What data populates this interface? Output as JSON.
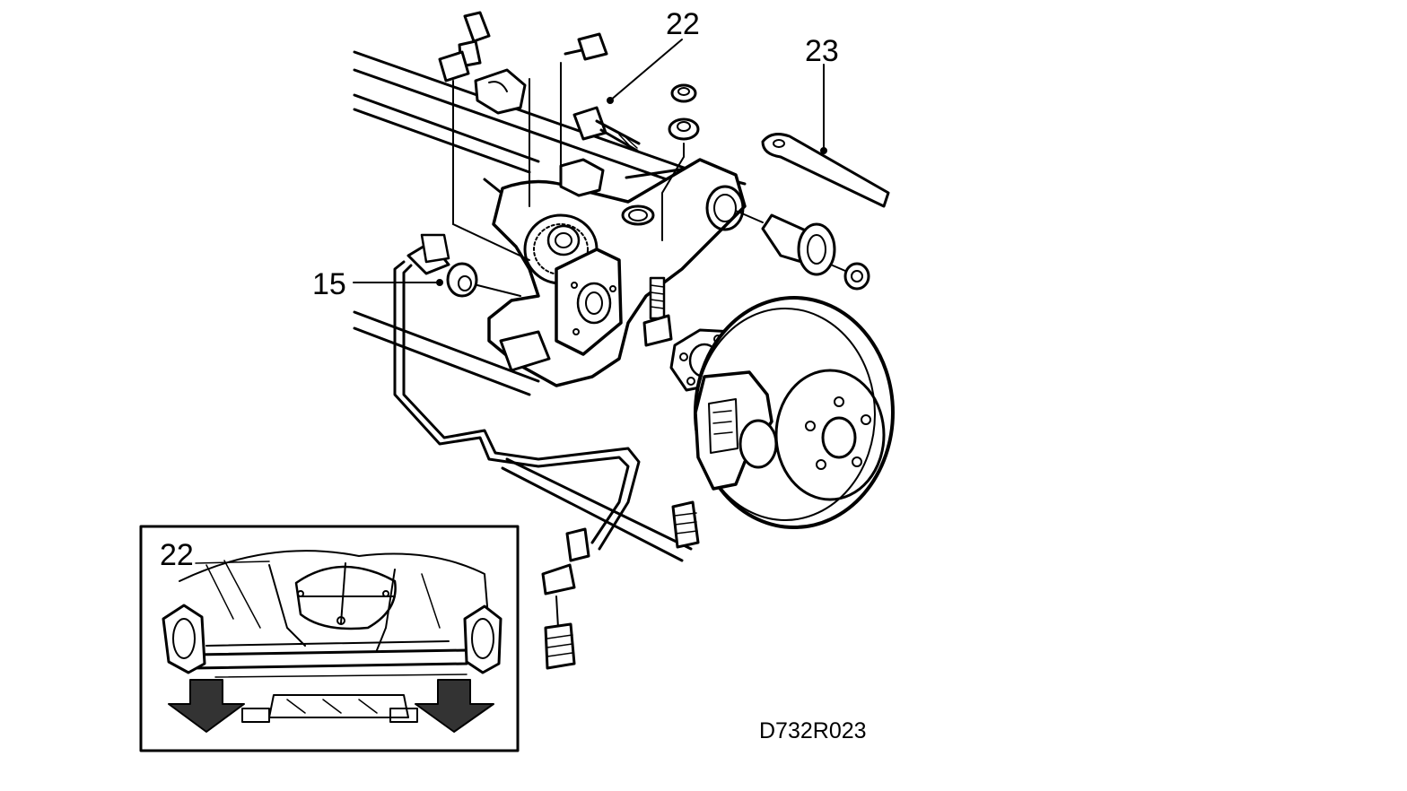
{
  "diagram": {
    "callouts": {
      "c22_top": "22",
      "c23": "23",
      "c15": "15",
      "c22_inset": "22"
    },
    "drawing_code": "D732R023",
    "colors": {
      "ink": "#000000",
      "paper": "#ffffff",
      "arrow_fill": "#333333"
    }
  }
}
